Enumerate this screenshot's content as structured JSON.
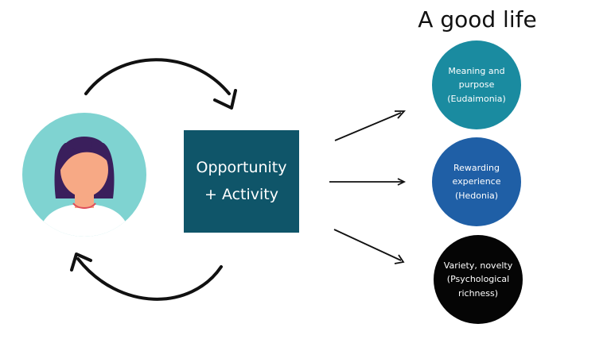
{
  "title": "A good life",
  "center": {
    "line1": "Opportunity",
    "line2": "+ Activity",
    "color": "#0f5569"
  },
  "outcomes": [
    {
      "lines": [
        "Meaning and",
        "purpose",
        "(Eudaimonia)"
      ],
      "color": "#1a8ba0"
    },
    {
      "lines": [
        "Rewarding",
        "experience",
        "(Hedonia)"
      ],
      "color": "#1f5fa6"
    },
    {
      "lines": [
        "Variety, novelty",
        "(Psychological",
        "richness)"
      ],
      "color": "#050505"
    }
  ],
  "person": {
    "icon": "person-avatar-icon",
    "background_color": "#7fd3d1",
    "skin_color": "#f7a985",
    "hair_color": "#3a1f5c"
  }
}
